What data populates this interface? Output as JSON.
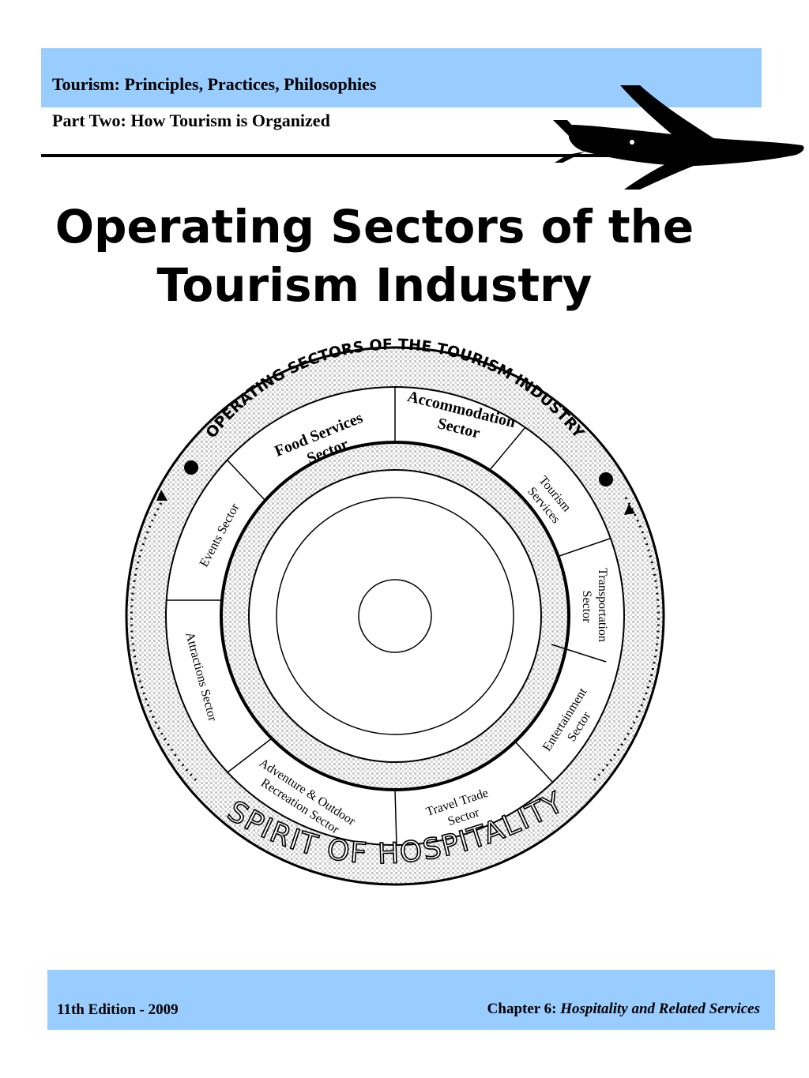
{
  "header": {
    "title": "Tourism: Principles, Practices, Philosophies",
    "subtitle": "Part Two: How Tourism is Organized"
  },
  "page_title": {
    "line1": "Operating Sectors of the",
    "line2": "Tourism Industry"
  },
  "diagram": {
    "ring_title": "OPERATING SECTORS OF THE TOURISM INDUSTRY",
    "ring_footer": "SPIRIT OF HOSPITALITY",
    "sectors": {
      "food": [
        "Food Services",
        "Sector"
      ],
      "accommodation": [
        "Accommodation",
        "Sector"
      ],
      "tourism_services": [
        "Tourism",
        "Services"
      ],
      "transportation": [
        "Transportation",
        "Sector"
      ],
      "entertainment": [
        "Entertainment",
        "Sector"
      ],
      "travel_trade": [
        "Travel Trade",
        "Sector"
      ],
      "adventure": [
        "Adventure & Outdoor",
        "Recreation Sector"
      ],
      "attractions": [
        "Attractions Sector"
      ],
      "events": [
        "Events Sector"
      ]
    }
  },
  "footer": {
    "edition": "11th Edition - 2009",
    "chapter_label": "Chapter 6:",
    "chapter_title": "Hospitality and Related Services"
  },
  "colors": {
    "band": "#99ccff",
    "ink": "#000000"
  },
  "icons": [
    "airplane-icon"
  ]
}
